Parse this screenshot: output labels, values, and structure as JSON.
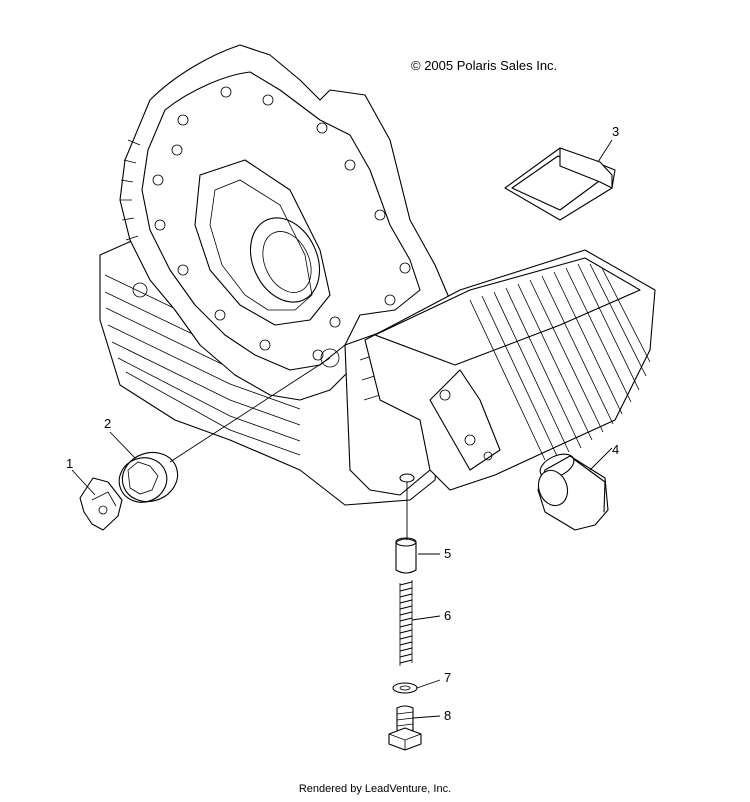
{
  "copyright": "© 2005 Polaris Sales Inc.",
  "footer": "Rendered by LeadVenture, Inc.",
  "callouts": [
    {
      "id": "1",
      "label": "1"
    },
    {
      "id": "2",
      "label": "2"
    },
    {
      "id": "3",
      "label": "3"
    },
    {
      "id": "4",
      "label": "4"
    },
    {
      "id": "5",
      "label": "5"
    },
    {
      "id": "6",
      "label": "6"
    },
    {
      "id": "7",
      "label": "7"
    },
    {
      "id": "8",
      "label": "8"
    }
  ]
}
